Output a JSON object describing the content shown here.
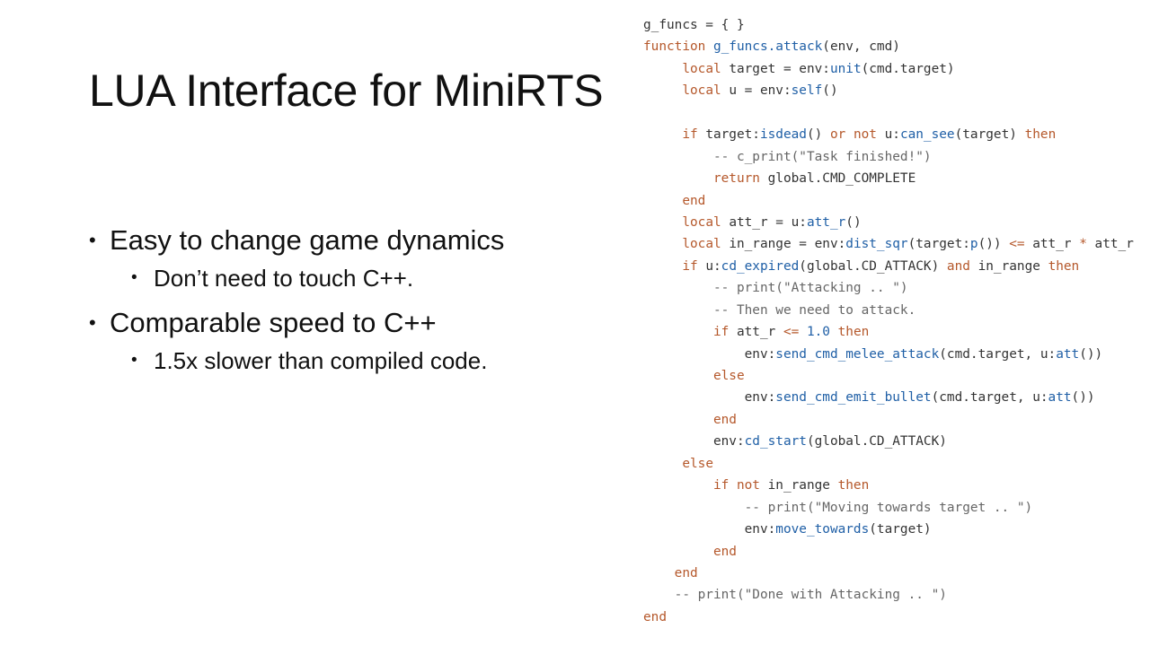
{
  "slide": {
    "title": "LUA Interface for MiniRTS",
    "bullets": [
      {
        "text": "Easy to change game dynamics",
        "sub": [
          "Don’t need to touch C++."
        ]
      },
      {
        "text": "Comparable speed to C++",
        "sub": [
          "1.5x slower than compiled code."
        ]
      }
    ]
  },
  "code": {
    "language": "lua",
    "lines": [
      [
        {
          "t": "p",
          "s": "g_funcs = { }"
        }
      ],
      [
        {
          "t": "k",
          "s": "function"
        },
        {
          "t": "p",
          "s": " "
        },
        {
          "t": "f",
          "s": "g_funcs.attack"
        },
        {
          "t": "p",
          "s": "(env, cmd)"
        }
      ],
      [
        {
          "t": "p",
          "s": "     "
        },
        {
          "t": "k",
          "s": "local"
        },
        {
          "t": "p",
          "s": " target = env:"
        },
        {
          "t": "f",
          "s": "unit"
        },
        {
          "t": "p",
          "s": "(cmd.target)"
        }
      ],
      [
        {
          "t": "p",
          "s": "     "
        },
        {
          "t": "k",
          "s": "local"
        },
        {
          "t": "p",
          "s": " u = env:"
        },
        {
          "t": "f",
          "s": "self"
        },
        {
          "t": "p",
          "s": "()"
        }
      ],
      [
        {
          "t": "p",
          "s": ""
        }
      ],
      [
        {
          "t": "p",
          "s": "     "
        },
        {
          "t": "k",
          "s": "if"
        },
        {
          "t": "p",
          "s": " target:"
        },
        {
          "t": "f",
          "s": "isdead"
        },
        {
          "t": "p",
          "s": "() "
        },
        {
          "t": "k",
          "s": "or not"
        },
        {
          "t": "p",
          "s": " u:"
        },
        {
          "t": "f",
          "s": "can_see"
        },
        {
          "t": "p",
          "s": "(target) "
        },
        {
          "t": "k",
          "s": "then"
        }
      ],
      [
        {
          "t": "c",
          "s": "         -- c_print(\"Task finished!\")"
        }
      ],
      [
        {
          "t": "p",
          "s": "         "
        },
        {
          "t": "k",
          "s": "return"
        },
        {
          "t": "p",
          "s": " global.CMD_COMPLETE"
        }
      ],
      [
        {
          "t": "p",
          "s": "     "
        },
        {
          "t": "k",
          "s": "end"
        }
      ],
      [
        {
          "t": "p",
          "s": "     "
        },
        {
          "t": "k",
          "s": "local"
        },
        {
          "t": "p",
          "s": " att_r = u:"
        },
        {
          "t": "f",
          "s": "att_r"
        },
        {
          "t": "p",
          "s": "()"
        }
      ],
      [
        {
          "t": "p",
          "s": "     "
        },
        {
          "t": "k",
          "s": "local"
        },
        {
          "t": "p",
          "s": " in_range = env:"
        },
        {
          "t": "f",
          "s": "dist_sqr"
        },
        {
          "t": "p",
          "s": "(target:"
        },
        {
          "t": "f",
          "s": "p"
        },
        {
          "t": "p",
          "s": "()) "
        },
        {
          "t": "k",
          "s": "<="
        },
        {
          "t": "p",
          "s": " att_r "
        },
        {
          "t": "k",
          "s": "*"
        },
        {
          "t": "p",
          "s": " att_r"
        }
      ],
      [
        {
          "t": "p",
          "s": "     "
        },
        {
          "t": "k",
          "s": "if"
        },
        {
          "t": "p",
          "s": " u:"
        },
        {
          "t": "f",
          "s": "cd_expired"
        },
        {
          "t": "p",
          "s": "(global.CD_ATTACK) "
        },
        {
          "t": "k",
          "s": "and"
        },
        {
          "t": "p",
          "s": " in_range "
        },
        {
          "t": "k",
          "s": "then"
        }
      ],
      [
        {
          "t": "c",
          "s": "         -- print(\"Attacking .. \")"
        }
      ],
      [
        {
          "t": "c",
          "s": "         -- Then we need to attack."
        }
      ],
      [
        {
          "t": "p",
          "s": "         "
        },
        {
          "t": "k",
          "s": "if"
        },
        {
          "t": "p",
          "s": " att_r "
        },
        {
          "t": "k",
          "s": "<="
        },
        {
          "t": "p",
          "s": " "
        },
        {
          "t": "n",
          "s": "1.0"
        },
        {
          "t": "p",
          "s": " "
        },
        {
          "t": "k",
          "s": "then"
        }
      ],
      [
        {
          "t": "p",
          "s": "             env:"
        },
        {
          "t": "f",
          "s": "send_cmd_melee_attack"
        },
        {
          "t": "p",
          "s": "(cmd.target, u:"
        },
        {
          "t": "f",
          "s": "att"
        },
        {
          "t": "p",
          "s": "())"
        }
      ],
      [
        {
          "t": "p",
          "s": "         "
        },
        {
          "t": "k",
          "s": "else"
        }
      ],
      [
        {
          "t": "p",
          "s": "             env:"
        },
        {
          "t": "f",
          "s": "send_cmd_emit_bullet"
        },
        {
          "t": "p",
          "s": "(cmd.target, u:"
        },
        {
          "t": "f",
          "s": "att"
        },
        {
          "t": "p",
          "s": "())"
        }
      ],
      [
        {
          "t": "p",
          "s": "         "
        },
        {
          "t": "k",
          "s": "end"
        }
      ],
      [
        {
          "t": "p",
          "s": "         env:"
        },
        {
          "t": "f",
          "s": "cd_start"
        },
        {
          "t": "p",
          "s": "(global.CD_ATTACK)"
        }
      ],
      [
        {
          "t": "p",
          "s": "     "
        },
        {
          "t": "k",
          "s": "else"
        }
      ],
      [
        {
          "t": "p",
          "s": "         "
        },
        {
          "t": "k",
          "s": "if not"
        },
        {
          "t": "p",
          "s": " in_range "
        },
        {
          "t": "k",
          "s": "then"
        }
      ],
      [
        {
          "t": "c",
          "s": "             -- print(\"Moving towards target .. \")"
        }
      ],
      [
        {
          "t": "p",
          "s": "             env:"
        },
        {
          "t": "f",
          "s": "move_towards"
        },
        {
          "t": "p",
          "s": "(target)"
        }
      ],
      [
        {
          "t": "p",
          "s": "         "
        },
        {
          "t": "k",
          "s": "end"
        }
      ],
      [
        {
          "t": "p",
          "s": "    "
        },
        {
          "t": "k",
          "s": "end"
        }
      ],
      [
        {
          "t": "c",
          "s": "    -- print(\"Done with Attacking .. \")"
        }
      ],
      [
        {
          "t": "k",
          "s": "end"
        }
      ]
    ]
  },
  "colors": {
    "keyword": "#b5582b",
    "function": "#1f5fa6",
    "number": "#1f5fa6",
    "comment": "#666666",
    "plain": "#333333",
    "text": "#111111",
    "background": "#ffffff"
  }
}
